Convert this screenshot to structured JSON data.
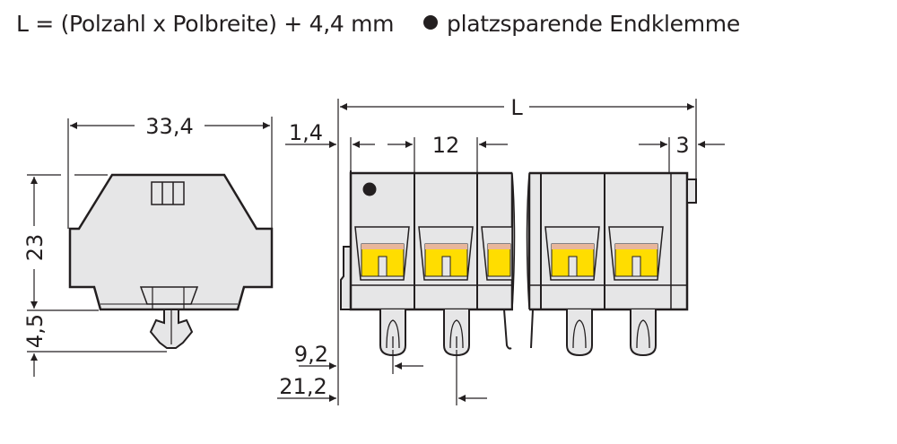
{
  "header": {
    "formula": "L = (Polzahl x Polbreite) + 4,4 mm",
    "note_marker": "bullet-dot",
    "note": "platzsparende Endklemme"
  },
  "side_view": {
    "width_dim": "33,4",
    "height_dim": "23",
    "foot_dim": "4,5"
  },
  "front_view": {
    "length_dim": "L",
    "offset_dim": "1,4",
    "pitch_dim": "12",
    "end_dim": "3",
    "pin1_dim": "9,2",
    "pin2_dim": "21,2",
    "marker": "bullet-dot"
  },
  "colors": {
    "body": "#e6e6e7",
    "outline": "#231f20",
    "clamp_yellow": "#ffdd00",
    "clamp_contact": "#e8b69b"
  }
}
